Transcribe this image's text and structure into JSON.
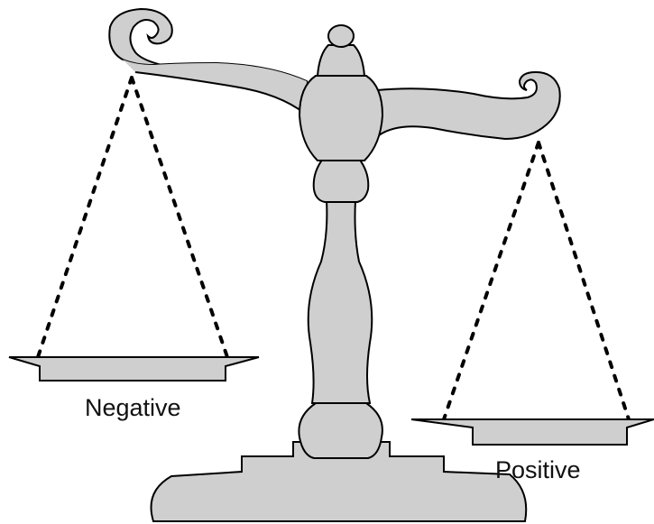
{
  "labels": {
    "left_pan": "Negative",
    "right_pan": "Positive"
  },
  "colors": {
    "metal_fill": "#cfcfcf",
    "outline": "#000000",
    "background": "#ffffff"
  },
  "state": {
    "heavier_side": "right",
    "lighter_side": "left"
  }
}
